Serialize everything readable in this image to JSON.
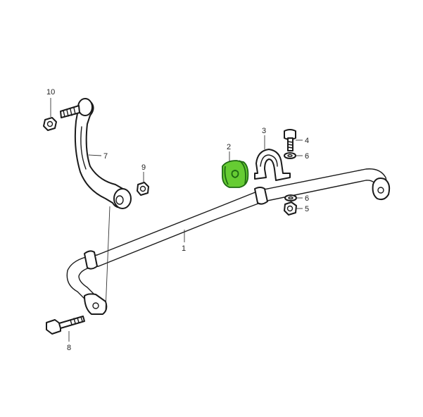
{
  "callouts": [
    {
      "id": "1",
      "label": "1"
    },
    {
      "id": "2",
      "label": "2"
    },
    {
      "id": "3",
      "label": "3"
    },
    {
      "id": "4",
      "label": "4"
    },
    {
      "id": "5",
      "label": "5"
    },
    {
      "id": "6a",
      "label": "6"
    },
    {
      "id": "6b",
      "label": "6"
    },
    {
      "id": "7",
      "label": "7"
    },
    {
      "id": "8",
      "label": "8"
    },
    {
      "id": "9",
      "label": "9"
    },
    {
      "id": "10",
      "label": "10"
    }
  ],
  "colors": {
    "highlight_fill": "#66cc33",
    "highlight_stroke": "#1f6b12",
    "line": "#1a1a1a"
  }
}
